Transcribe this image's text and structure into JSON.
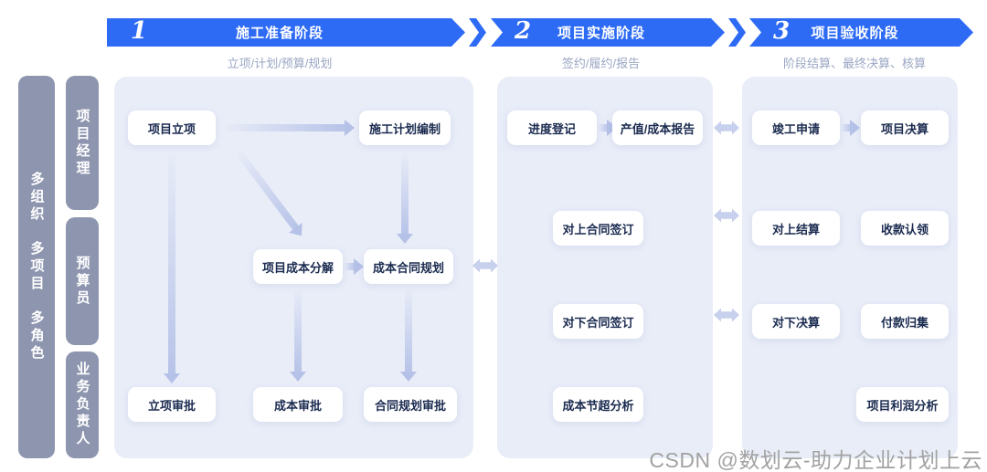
{
  "header": {
    "phases": [
      {
        "number": "1",
        "title": "施工准备阶段",
        "subtitle": "立项/计划/预算/规划"
      },
      {
        "number": "2",
        "title": "项目实施阶段",
        "subtitle": "签约/履约/报告"
      },
      {
        "number": "3",
        "title": "项目验收阶段",
        "subtitle": "阶段结算、最终决算、核算"
      }
    ]
  },
  "sidebar": {
    "main_label": "多组织　多项目　多角色",
    "roles": [
      {
        "label": "项目经理"
      },
      {
        "label": "预算员"
      },
      {
        "label": "业务负责人"
      }
    ]
  },
  "flow": {
    "p1": {
      "initiation": "项目立项",
      "plan": "施工计划编制",
      "cost_breakdown": "项目成本分解",
      "cost_contract_plan": "成本合同规划",
      "initiation_approval": "立项审批",
      "cost_approval": "成本审批",
      "contract_plan_approval": "合同规划审批"
    },
    "p2": {
      "progress": "进度登记",
      "report": "产值/成本报告",
      "upstream_sign": "对上合同签订",
      "downstream_sign": "对下合同签订",
      "saving_analysis": "成本节超分析"
    },
    "p3": {
      "completion": "竣工申请",
      "final_account": "项目决算",
      "upstream_settle": "对上结算",
      "receipt_claim": "收款认领",
      "downstream_final": "对下决算",
      "payment_collect": "付款归集",
      "profit_analysis": "项目利润分析"
    }
  },
  "icons": {
    "double_arrow": "double-arrow-icon",
    "chevron": "chevron-icon",
    "flow_arrow": "flow-arrow-icon"
  },
  "colors": {
    "banner_blue": "#2e6bf5",
    "panel_lavender": "#e9edf8",
    "sidebar_gray": "#8d95af",
    "arrow_periwinkle": "#b7c3e8",
    "double_arrow": "#c7d0ec",
    "box_text": "#1b2b50",
    "subtitle_gray": "#9aa6c3",
    "watermark_gray": "#a2a2a2"
  },
  "watermark": "CSDN @数划云-助力企业计划上云"
}
